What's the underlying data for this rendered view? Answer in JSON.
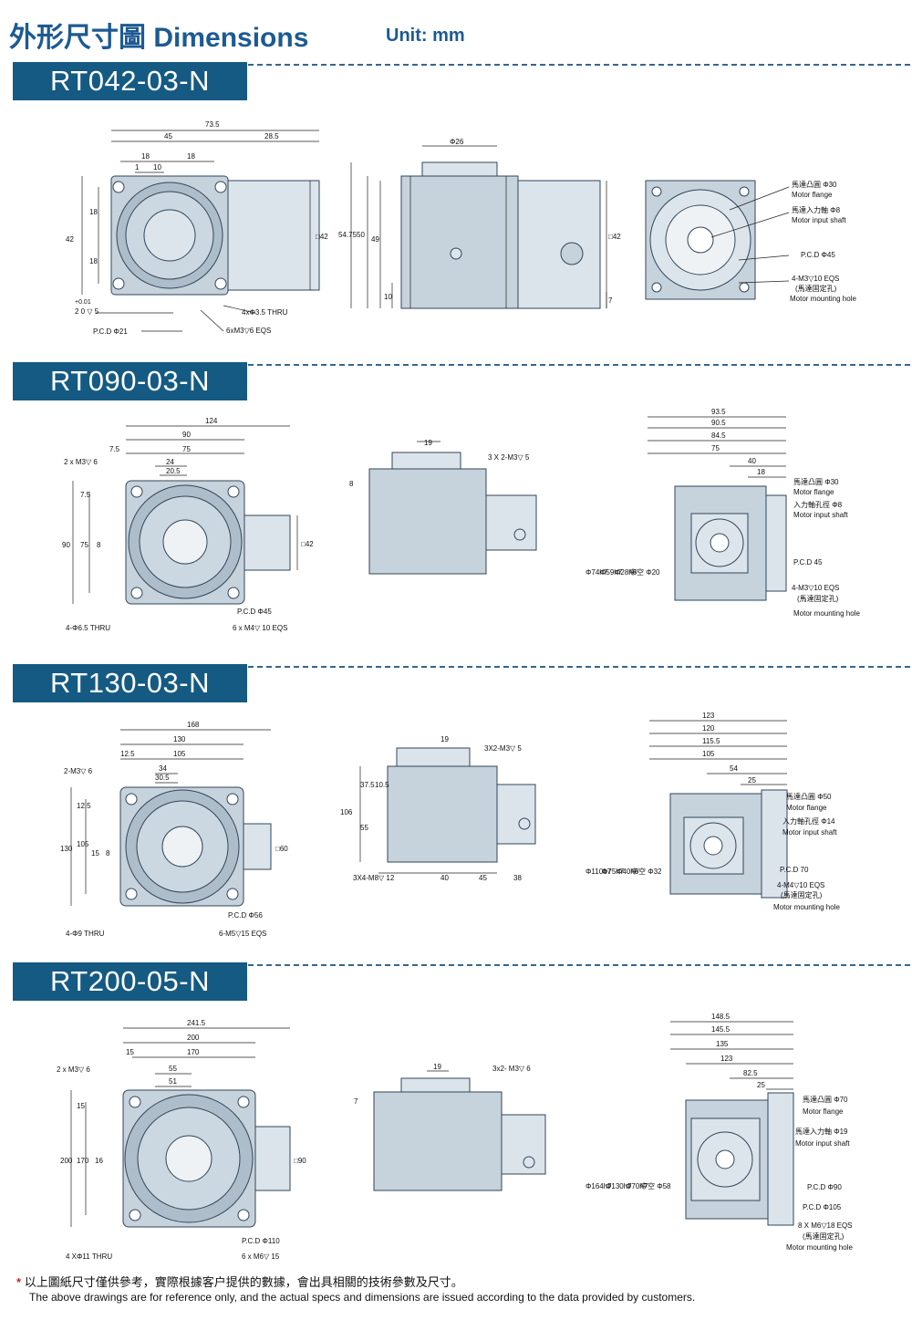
{
  "header": {
    "title": "外形尺寸圖 Dimensions",
    "unit": "Unit: mm"
  },
  "sections": [
    {
      "model": "RT042-03-N",
      "front": {
        "d_total": "73.5",
        "d_a": "45",
        "d_b": "28.5",
        "d_c": "18",
        "d_d": "18",
        "d_e": "1",
        "d_f": "10",
        "d_g": "18",
        "d_h": "18",
        "d_i": "42",
        "d_sq": "□42",
        "tol": "+0.01",
        "tol2": "2  0  ▽ 5",
        "pcd": "P.C.D  Φ21",
        "holes_thru": "4xΦ3.5 THRU",
        "eqs": "6xM3▽6 EQS"
      },
      "side": {
        "phi": "Φ26",
        "h1": "54.75",
        "h2": "50",
        "h3": "49",
        "h4": "10",
        "sq": "□42",
        "h5": "7"
      },
      "rear": {
        "flange_cn": "馬達凸圓  Φ30",
        "flange_en": "Motor flange",
        "shaft_cn": "馬達入力軸  Φ8",
        "shaft_en": "Motor input shaft",
        "pcd": "P.C.D  Φ45",
        "hole_spec": "4-M3▽10 EQS",
        "hole_cn": "(馬達固定孔)",
        "hole_en": "Motor mounting hole"
      }
    },
    {
      "model": "RT090-03-N",
      "front": {
        "d_total": "124",
        "d_a": "90",
        "d_b": "7.5",
        "d_c": "75",
        "d_d": "24",
        "d_e": "20.5",
        "d_f": "7.5",
        "d_g": "75",
        "d_h": "8",
        "d_i": "90",
        "d_sq": "□42",
        "m3": "2 x M3▽ 6",
        "pcd": "P.C.D  Φ45",
        "holes_thru": "4-Φ6.5 THRU",
        "eqs": "6 x M4▽ 10 EQS"
      },
      "side": {
        "w": "19",
        "h": "8",
        "spec": "3 X 2-M3▽ 5"
      },
      "rear": {
        "d1": "93.5",
        "d2": "90.5",
        "d3": "84.5",
        "d4": "75",
        "d5": "40",
        "d6": "18",
        "v1": "Φ74h7",
        "v2": "Φ59h7",
        "v3": "Φ28h6",
        "v4": "中空 Φ20",
        "flange_cn": "馬達凸圓  Φ30",
        "flange_en": "Motor flange",
        "shaft_cn": "入力軸孔徑  Φ8",
        "shaft_en": "Motor input shaft",
        "pcd": "P.C.D 45",
        "hole_spec": "4-M3▽10 EQS",
        "hole_cn": "(馬達固定孔)",
        "hole_en": "Motor mounting hole"
      }
    },
    {
      "model": "RT130-03-N",
      "front": {
        "d_total": "168",
        "d_a": "130",
        "d_b": "12.5",
        "d_c": "105",
        "d_d": "34",
        "d_e": "30.5",
        "d_f": "12.5",
        "d_g": "105",
        "d_h": "15",
        "d_j": "8",
        "d_i": "130",
        "d_sq": "□60",
        "m3": "2-M3▽ 6",
        "pcd": "P.C.D  Φ56",
        "holes_thru": "4-Φ9 THRU",
        "eqs": "6-M5▽15 EQS"
      },
      "side": {
        "w": "19",
        "spec": "3X2-M3▽ 5",
        "h1": "106",
        "h2": "37.5",
        "h3": "10.5",
        "h4": "55",
        "bottom_spec": "3X4-M8▽ 12",
        "b1": "40",
        "b2": "45",
        "b3": "38"
      },
      "rear": {
        "d1": "123",
        "d2": "120",
        "d3": "115.5",
        "d4": "105",
        "d5": "54",
        "d6": "25",
        "v1": "Φ110h7",
        "v2": "Φ75h7",
        "v3": "Φ40h6",
        "v4": "中空 Φ32",
        "flange_cn": "馬達凸圓  Φ50",
        "flange_en": "Motor flange",
        "shaft_cn": "入力軸孔徑  Φ14",
        "shaft_en": "Motor input shaft",
        "pcd": "P.C.D 70",
        "hole_spec": "4-M4▽10 EQS",
        "hole_cn": "(馬達固定孔)",
        "hole_en": "Motor mounting hole"
      }
    },
    {
      "model": "RT200-05-N",
      "front": {
        "d_total": "241.5",
        "d_a": "200",
        "d_b": "15",
        "d_c": "170",
        "d_d": "55",
        "d_e": "51",
        "d_f": "15",
        "d_g": "170",
        "d_h": "16",
        "d_i": "200",
        "d_sq": "□90",
        "m3": "2 x M3▽ 6",
        "pcd": "P.C.D  Φ110",
        "holes_thru": "4 XΦ11 THRU",
        "eqs": "6 x M6▽ 15"
      },
      "side": {
        "w": "19",
        "h": "7",
        "spec": "3x2- M3▽ 6"
      },
      "rear": {
        "d1": "148.5",
        "d2": "145.5",
        "d3": "135",
        "d4": "123",
        "d5": "82.5",
        "d6": "25",
        "v1": "Φ164h7",
        "v2": "Φ130h7",
        "v3": "Φ70h7",
        "v4": "中空 Φ58",
        "flange_cn": "馬達凸圓  Φ70",
        "flange_en": "Motor flange",
        "shaft_cn": "馬達入力軸  Φ19",
        "shaft_en": "Motor input shaft",
        "pcd1": "P.C.D  Φ90",
        "pcd2": "P.C.D  Φ105",
        "hole_spec": "8 X M6▽18 EQS",
        "hole_cn": "(馬達固定孔)",
        "hole_en": "Motor mounting hole"
      }
    }
  ],
  "notes": {
    "star": "*",
    "cn": "以上圖紙尺寸僅供參考，實際根據客户提供的數據，會出具相關的技術參數及尺寸。",
    "en": "The above drawings are for reference only, and the actual specs and dimensions are issued according to the data provided by customers."
  }
}
